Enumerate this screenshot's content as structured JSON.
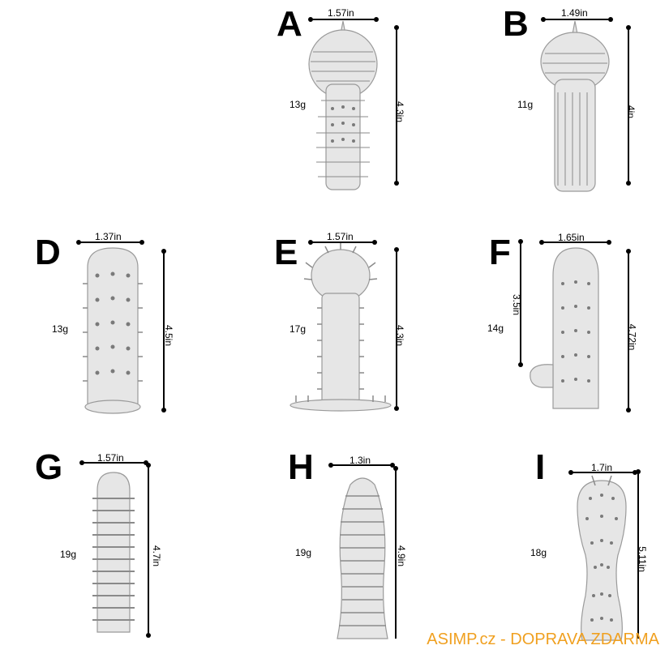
{
  "panels": [
    {
      "id": "A",
      "letter": "A",
      "width": "1.57in",
      "length": "4.3in",
      "weight": "13g"
    },
    {
      "id": "B",
      "letter": "B",
      "width": "1.49in",
      "length": "4in",
      "weight": "11g"
    },
    {
      "id": "D",
      "letter": "D",
      "width": "1.37in",
      "length": "4.5in",
      "weight": "13g"
    },
    {
      "id": "E",
      "letter": "E",
      "width": "1.57in",
      "length": "4.3in",
      "weight": "17g"
    },
    {
      "id": "F",
      "letter": "F",
      "width": "1.65in",
      "length": "4.72in",
      "length2": "3.5in",
      "weight": "14g"
    },
    {
      "id": "G",
      "letter": "G",
      "width": "1.57in",
      "length": "4.7in",
      "weight": "19g"
    },
    {
      "id": "H",
      "letter": "H",
      "width": "1.3in",
      "length": "4.9in",
      "weight": "19g"
    },
    {
      "id": "I",
      "letter": "I",
      "width": "1.7in",
      "length": "5.11in",
      "weight": "18g"
    }
  ],
  "watermark": "ASIMP.cz - DOPRAVA ZDARMA",
  "colors": {
    "watermark": "#f0a020",
    "product": "#c8c8c8"
  }
}
